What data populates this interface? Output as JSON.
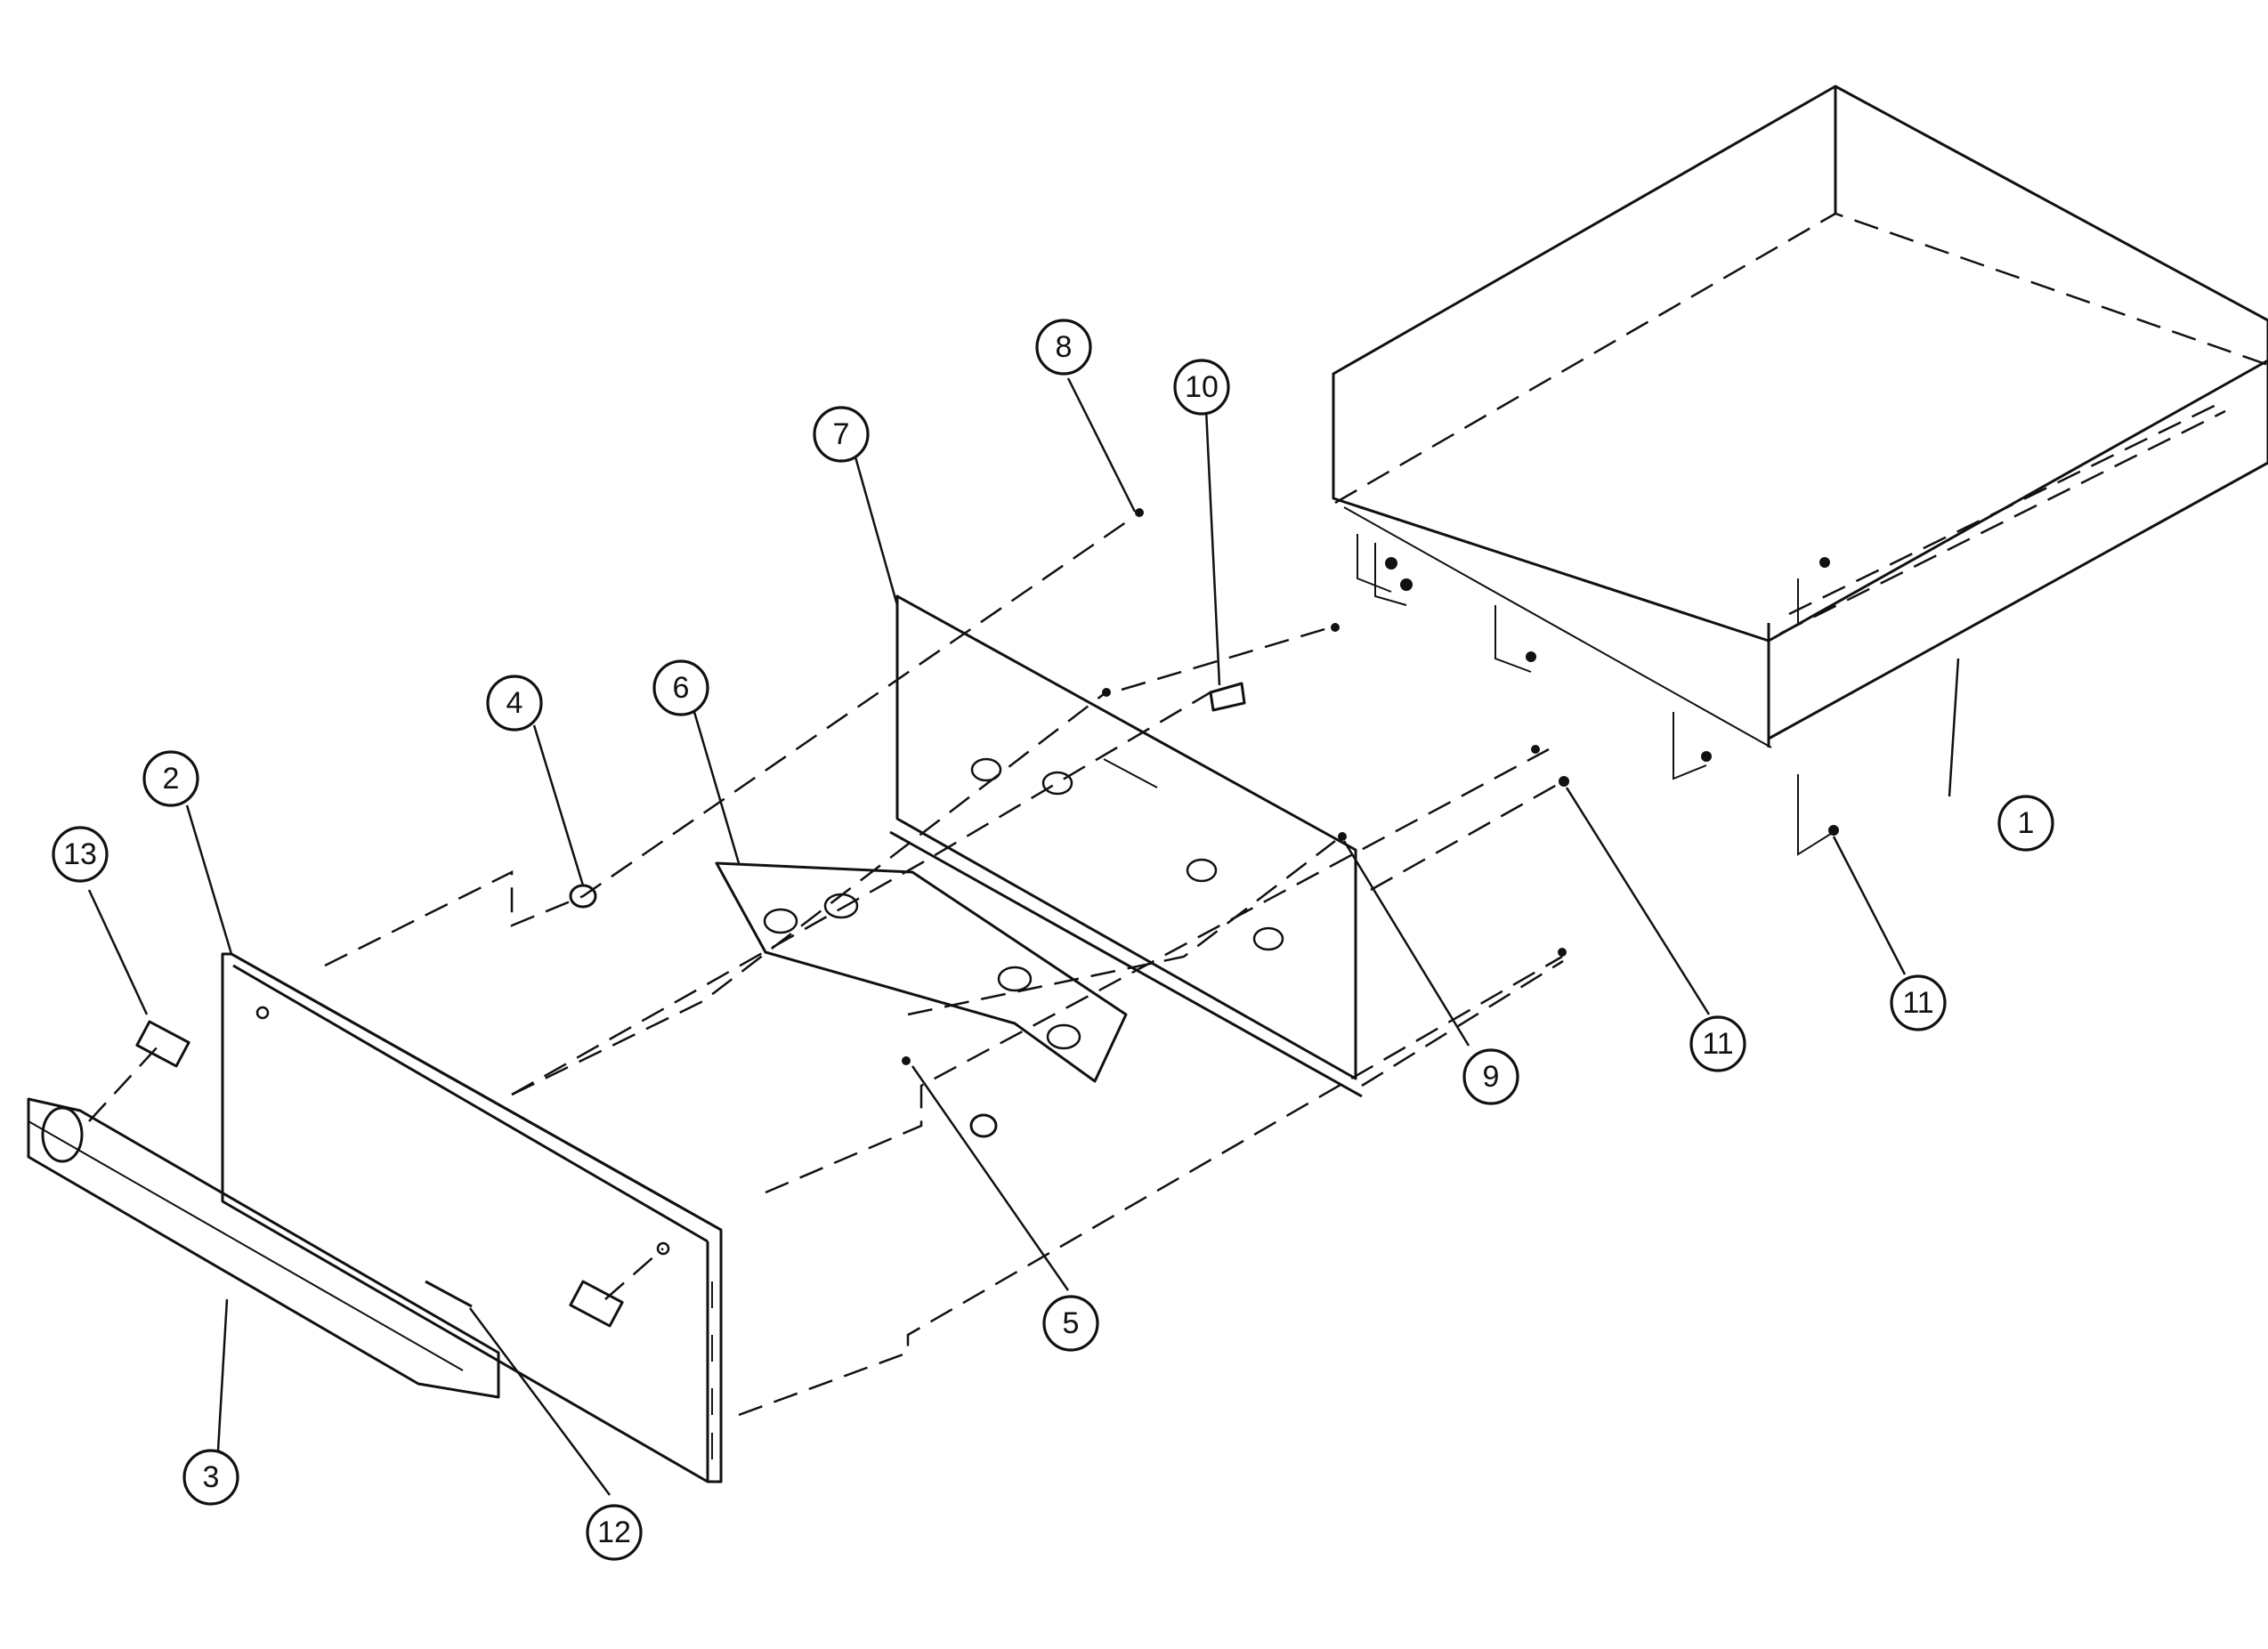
{
  "callouts": [
    {
      "id": "c1",
      "label": "1"
    },
    {
      "id": "c2",
      "label": "2"
    },
    {
      "id": "c3",
      "label": "3"
    },
    {
      "id": "c4",
      "label": "4"
    },
    {
      "id": "c5",
      "label": "5"
    },
    {
      "id": "c6",
      "label": "6"
    },
    {
      "id": "c7",
      "label": "7"
    },
    {
      "id": "c8",
      "label": "8"
    },
    {
      "id": "c9",
      "label": "9"
    },
    {
      "id": "c10",
      "label": "10"
    },
    {
      "id": "c11a",
      "label": "11"
    },
    {
      "id": "c11b",
      "label": "11"
    },
    {
      "id": "c12",
      "label": "12"
    },
    {
      "id": "c13",
      "label": "13"
    }
  ]
}
